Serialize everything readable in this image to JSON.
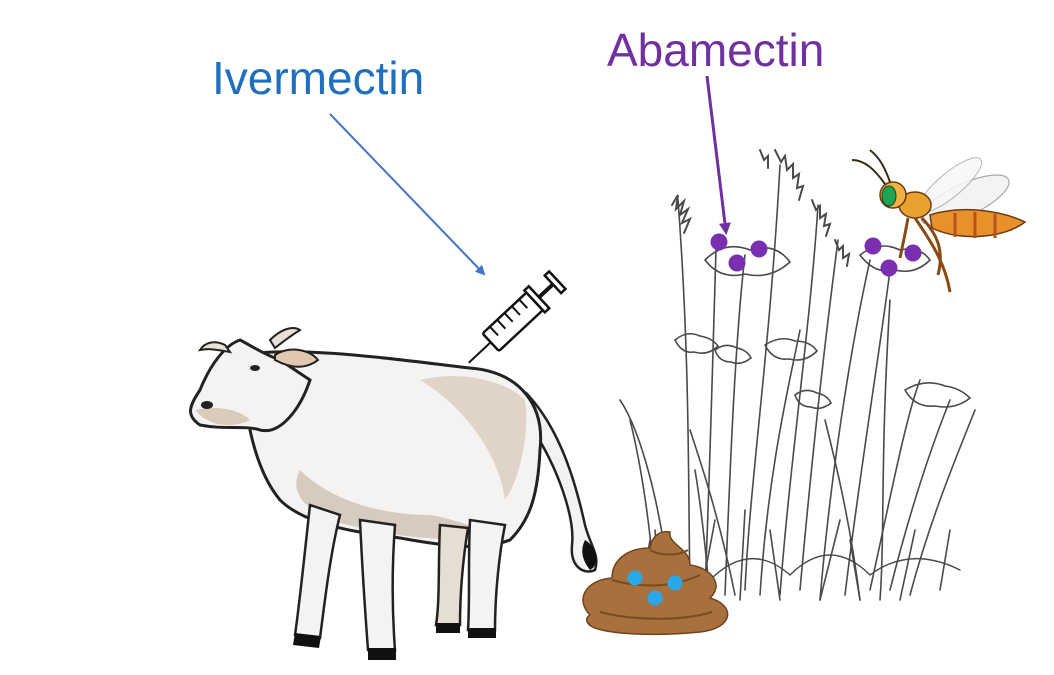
{
  "labels": {
    "ivermectin": "Ivermectin",
    "abamectin": "Abamectin"
  },
  "colors": {
    "ivermectin": "#1f6fbf",
    "ivermectin_arrow": "#4472c4",
    "abamectin": "#7030a0",
    "abamectin_dots": "#7a2fb0",
    "residue_dots": "#2aa7e8",
    "dung": "#a8703c",
    "cow_body": "#f4f3f1",
    "cow_shadow": "#c9b9a8",
    "wasp_body": "#e8912a"
  },
  "icons": {
    "syringe": "syringe-icon",
    "cow": "cow-illustration",
    "dung": "dung-pile",
    "plants": "flowering-plants",
    "wasp": "wasp-illustration"
  }
}
